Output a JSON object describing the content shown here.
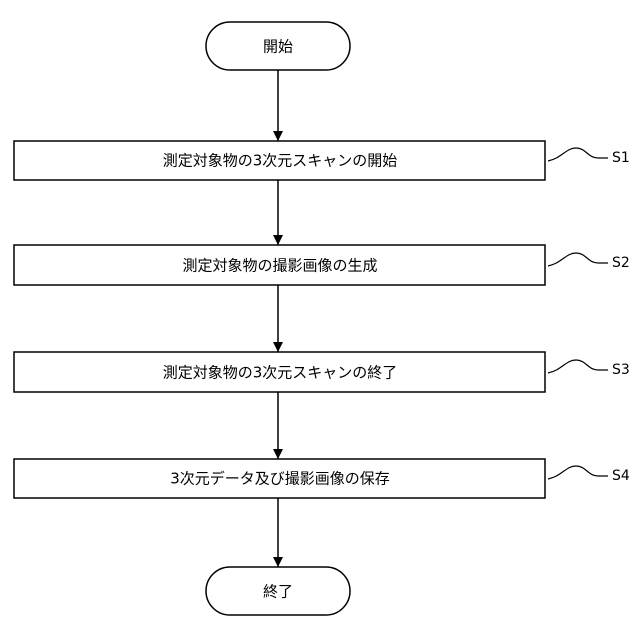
{
  "flowchart": {
    "start": {
      "text": "開始"
    },
    "steps": [
      {
        "text": "測定対象物の3次元スキャンの開始",
        "label": "S1"
      },
      {
        "text": "測定対象物の撮影画像の生成",
        "label": "S2"
      },
      {
        "text": "測定対象物の3次元スキャンの終了",
        "label": "S3"
      },
      {
        "text": "3次元データ及び撮影画像の保存",
        "label": "S4"
      }
    ],
    "end": {
      "text": "終了"
    }
  }
}
